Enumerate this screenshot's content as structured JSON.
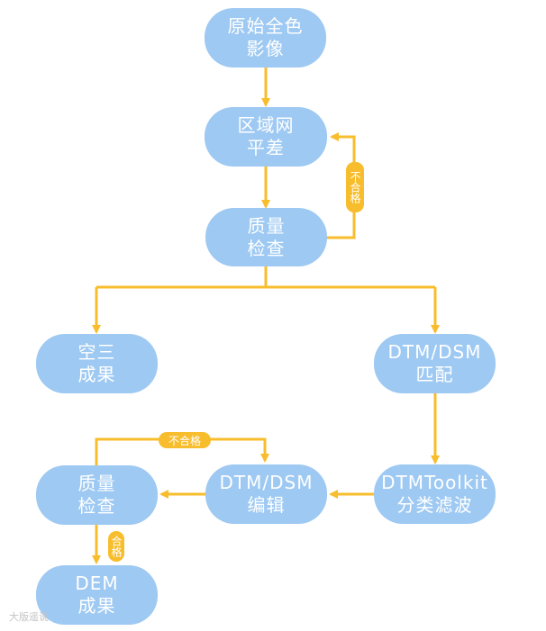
{
  "nodes": {
    "original": "原始全色\n影像",
    "adjust": "区域网\n平差",
    "qc1": "质量\n检查",
    "aerial": "空三\n成果",
    "match": "DTM/DSM\n匹配",
    "filter": "DTMToolkit\n分类滤波",
    "edit": "DTM/DSM\n编辑",
    "qc2": "质量\n检查",
    "dem": "DEM\n成果"
  },
  "labels": {
    "fail_1": "不合格",
    "fail_2": "不合格",
    "pass": "合格"
  },
  "watermark": "大版遥说",
  "colors": {
    "node": "#9ec9f2",
    "arrow": "#f8bd2c"
  }
}
